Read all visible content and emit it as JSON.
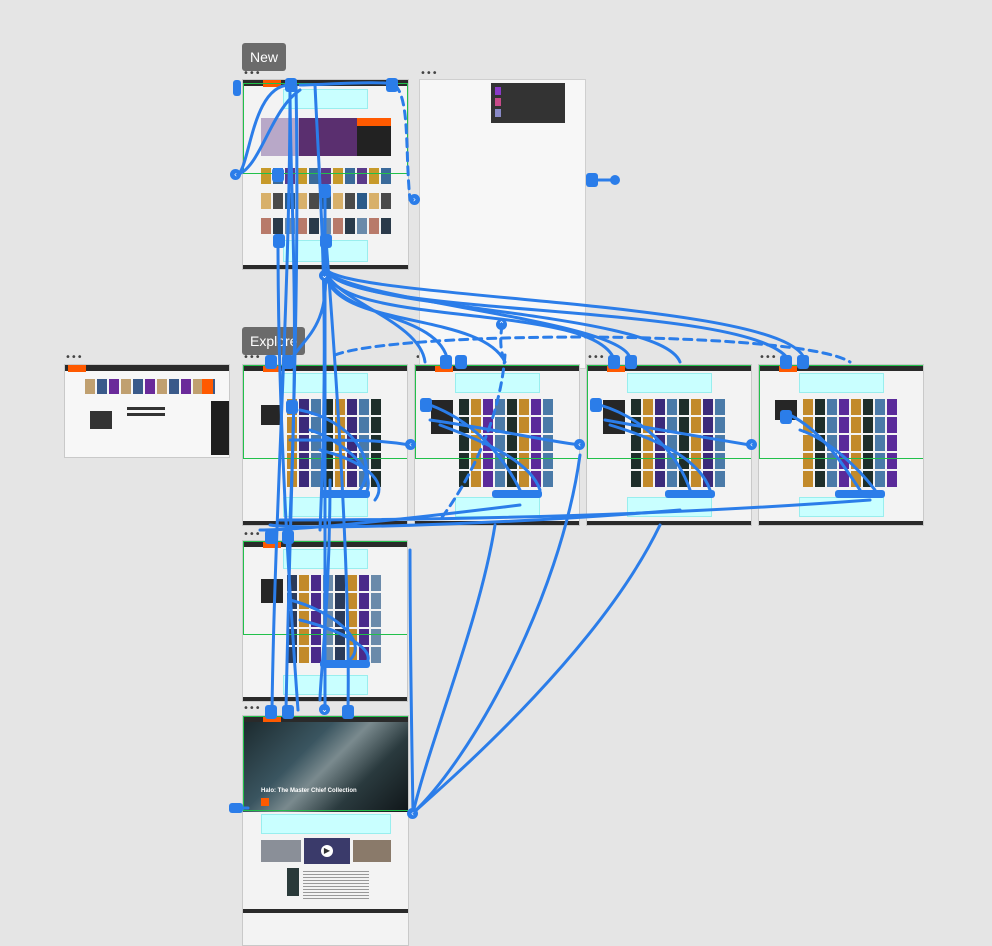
{
  "flows": {
    "new_label": "New",
    "explore_label": "Explore"
  },
  "detail_page": {
    "hero_title": "Halo: The Master Chief Collection"
  },
  "icons": {
    "left_arrow": "chevron-left-icon",
    "right_arrow": "chevron-right-icon",
    "down_arrow": "chevron-down-icon",
    "up_arrow": "chevron-up-icon",
    "play": "play-icon",
    "more": "more-options-icon"
  },
  "colors": {
    "canvas": "#e5e5e5",
    "wire": "#2b7de9",
    "hotspot": "#21c04b",
    "brand": "#ff5a00",
    "placeholder": "#c9ffff",
    "label": "#6b6b6b"
  }
}
